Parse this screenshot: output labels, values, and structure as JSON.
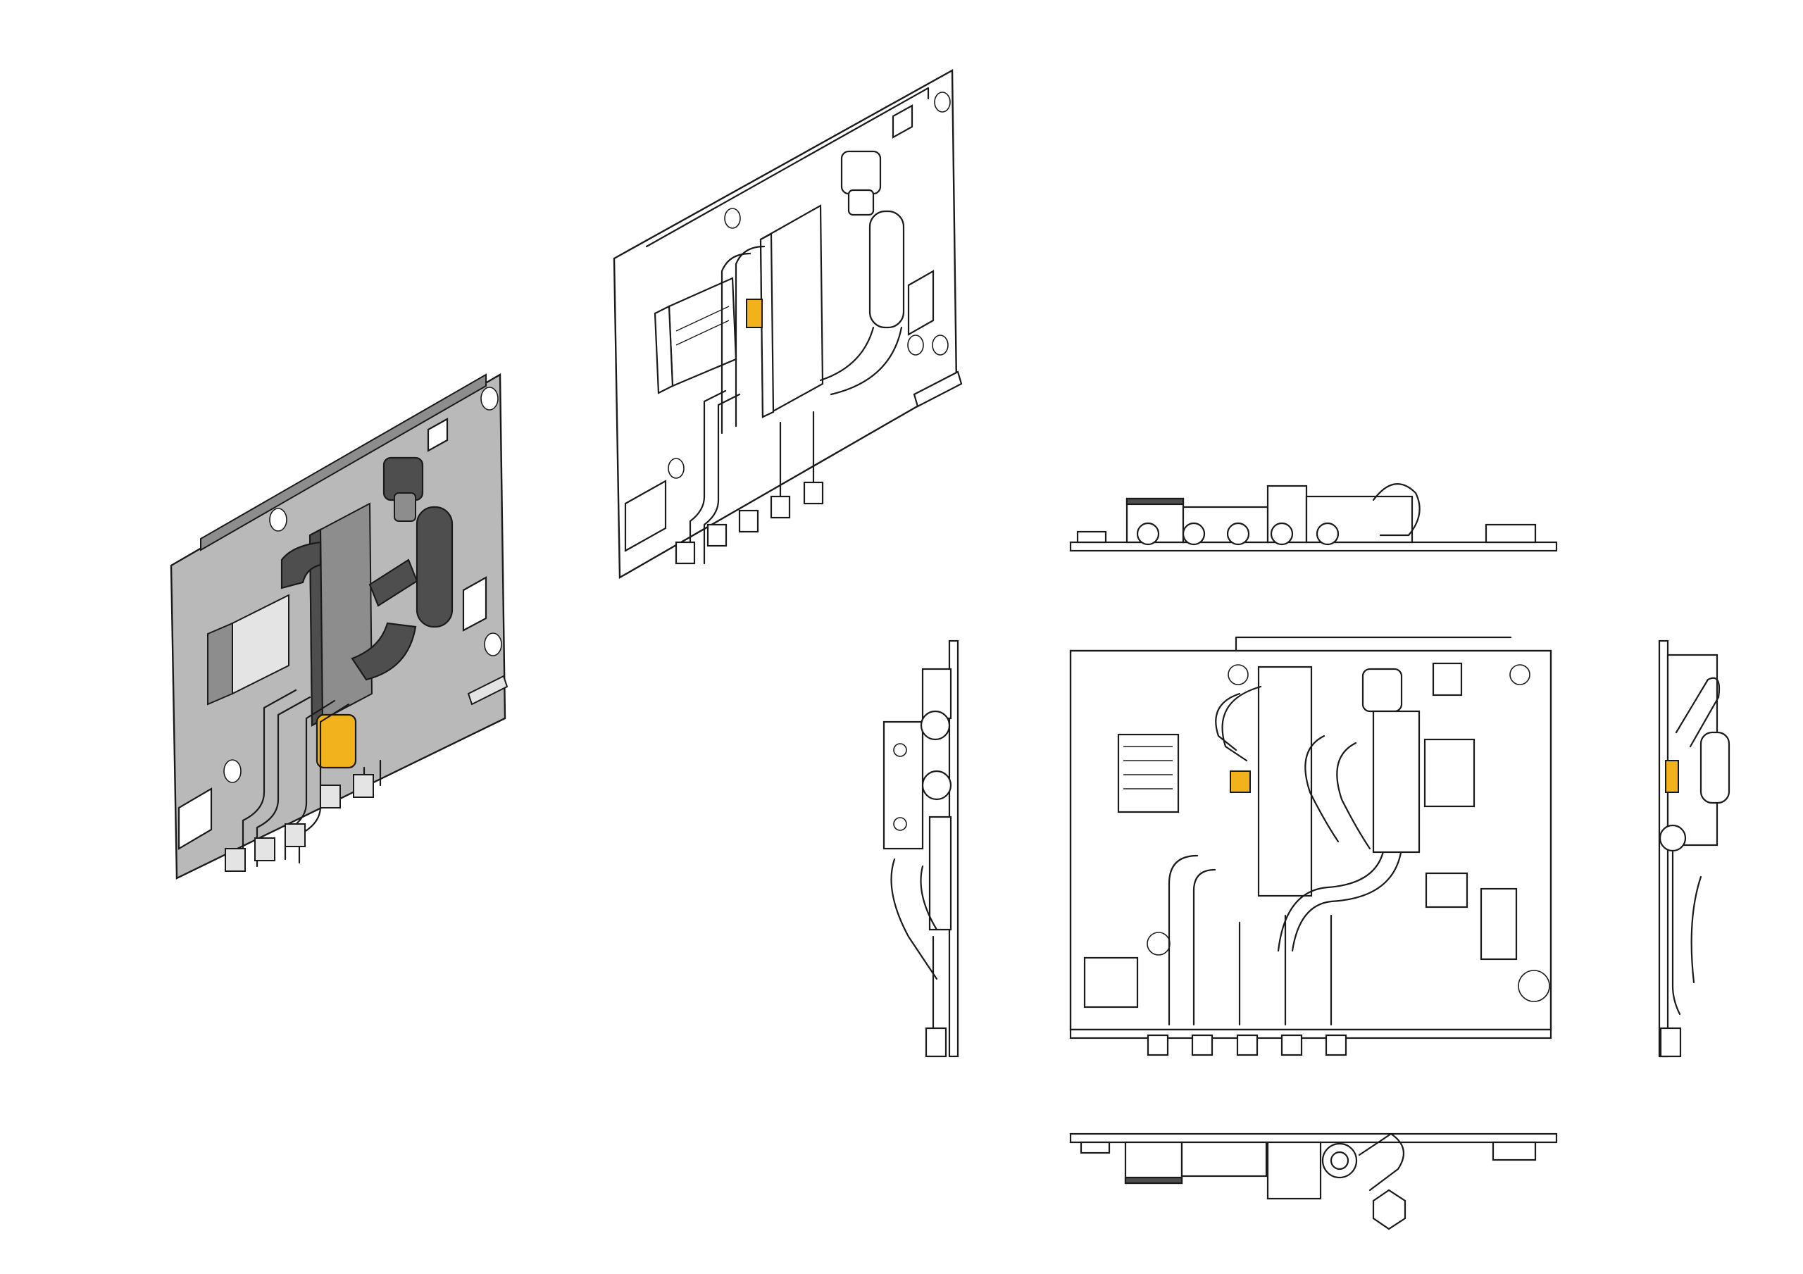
{
  "title": "",
  "colors": {
    "accent_valve": "#f2b21c",
    "shaded_plate": "#b9b9b9",
    "dark_insulation": "#4e4e4e",
    "line": "#1a1a1a",
    "background": "#ffffff"
  },
  "views": [
    {
      "id": "iso-shaded",
      "kind": "isometric-shaded"
    },
    {
      "id": "iso-line",
      "kind": "isometric-line"
    },
    {
      "id": "top",
      "kind": "orthographic-top"
    },
    {
      "id": "left",
      "kind": "orthographic-left"
    },
    {
      "id": "front",
      "kind": "orthographic-front"
    },
    {
      "id": "right",
      "kind": "orthographic-right"
    },
    {
      "id": "bottom",
      "kind": "orthographic-bottom"
    }
  ]
}
